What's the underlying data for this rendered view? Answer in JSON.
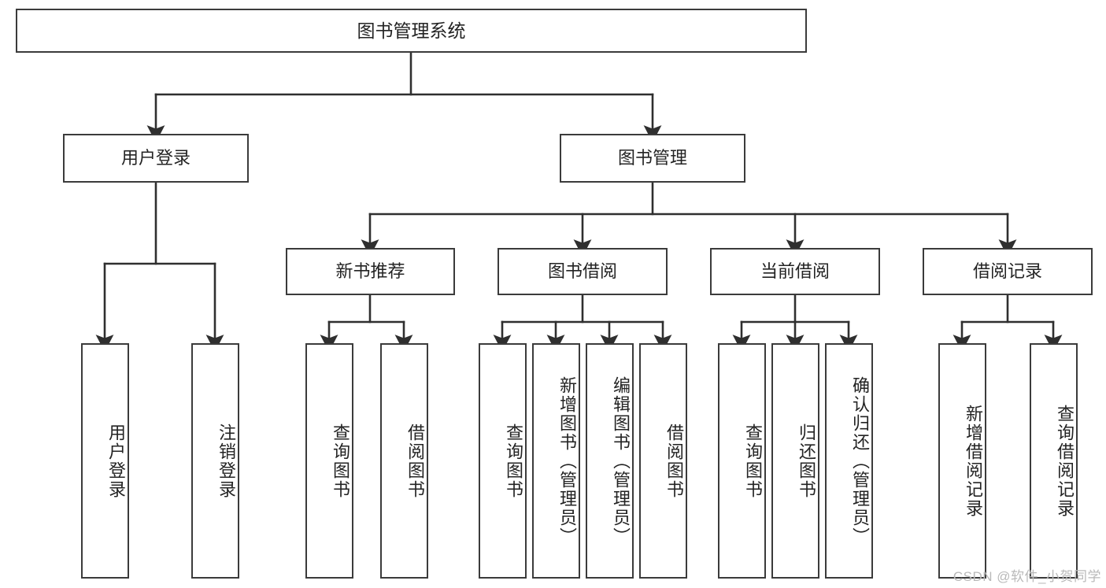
{
  "diagram": {
    "type": "tree",
    "title": "图书管理系统",
    "watermark": "CSDN @软件_小贺同学",
    "colors": {
      "box_border": "#3b3b3b",
      "box_fill": "#ffffff",
      "connector": "#2f2f2f",
      "text": "#232323",
      "watermark": "#b9b9b9",
      "background": "#ffffff"
    },
    "nodes": {
      "root": {
        "label": "图书管理系统"
      },
      "level2": [
        {
          "label": "用户登录"
        },
        {
          "label": "图书管理"
        }
      ],
      "level3": [
        {
          "label": "新书推荐"
        },
        {
          "label": "图书借阅"
        },
        {
          "label": "当前借阅"
        },
        {
          "label": "借阅记录"
        }
      ],
      "leaves": {
        "user_login": [
          {
            "label": "用户登录"
          },
          {
            "label": "注销登录"
          }
        ],
        "new_book": [
          {
            "label": "查询图书"
          },
          {
            "label": "借阅图书"
          }
        ],
        "book_borrow": [
          {
            "label": "查询图书"
          },
          {
            "label": "新增图书（管理员）"
          },
          {
            "label": "编辑图书（管理员）"
          },
          {
            "label": "借阅图书"
          }
        ],
        "current_borrow": [
          {
            "label": "查询图书"
          },
          {
            "label": "归还图书"
          },
          {
            "label": "确认归还（管理员）"
          }
        ],
        "borrow_record": [
          {
            "label": "新增借阅记录"
          },
          {
            "label": "查询借阅记录"
          }
        ]
      }
    }
  }
}
